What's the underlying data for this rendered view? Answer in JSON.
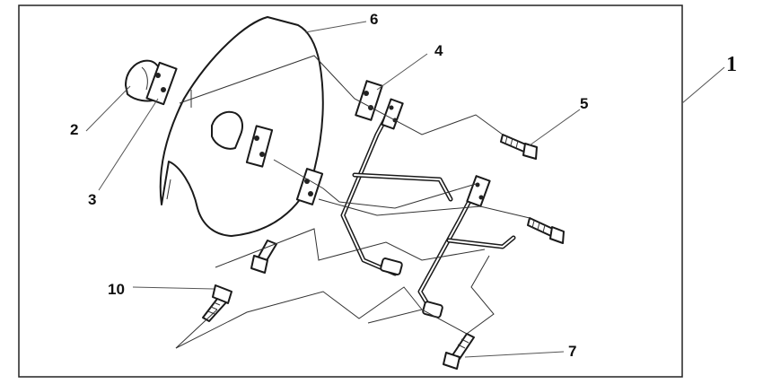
{
  "diagram": {
    "callouts": [
      {
        "id": "assembly",
        "text": "1"
      },
      {
        "id": "clamp-cap",
        "text": "2"
      },
      {
        "id": "clamp-plate-left",
        "text": "3"
      },
      {
        "id": "clamp-plate-right",
        "text": "4"
      },
      {
        "id": "bolt-upper",
        "text": "5"
      },
      {
        "id": "windshield",
        "text": "6"
      },
      {
        "id": "bolt-lower",
        "text": "7"
      },
      {
        "id": "bolt-left",
        "text": "10"
      }
    ]
  }
}
